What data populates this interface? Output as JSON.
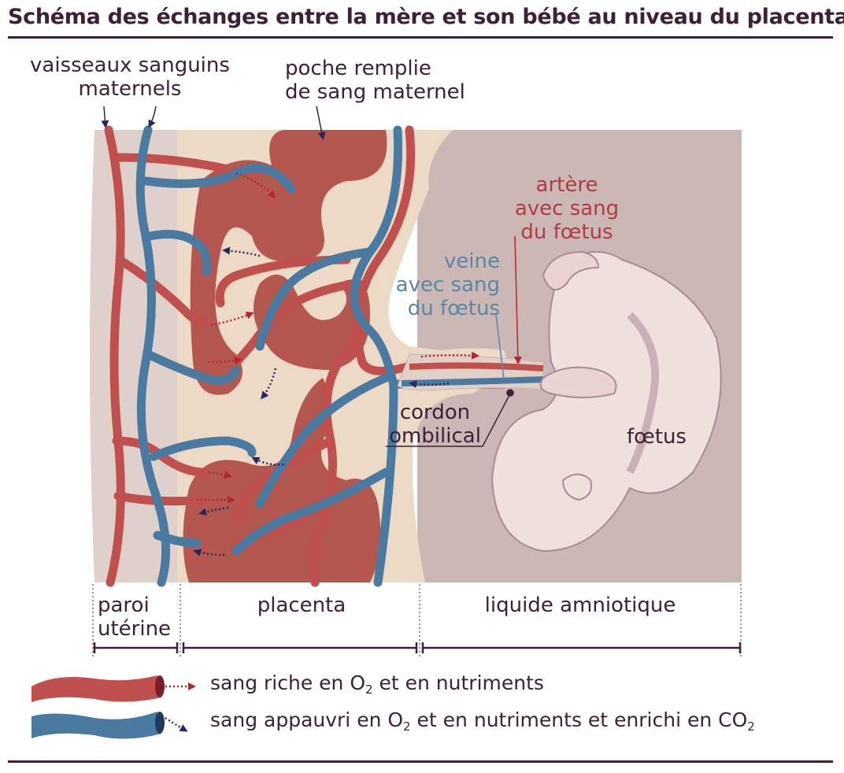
{
  "title": "Schéma des échanges entre la mère et son bébé au niveau du placenta",
  "labels": {
    "maternal_vessels_1": "vaisseaux sanguins",
    "maternal_vessels_2": "maternels",
    "pocket_1": "poche remplie",
    "pocket_2": "de sang maternel",
    "artery_1": "artère",
    "artery_2": "avec sang",
    "artery_3": "du fœtus",
    "vein_1": "veine",
    "vein_2": "avec sang",
    "vein_3": "du fœtus",
    "cord_1": "cordon",
    "cord_2": "ombilical",
    "fetus": "fœtus"
  },
  "zones": {
    "uterine_wall_1": "paroi",
    "uterine_wall_2": "utérine",
    "placenta": "placenta",
    "amniotic": "liquide amniotique"
  },
  "legend": {
    "rich_prefix": "sang riche en O",
    "rich_sub": "2",
    "rich_suffix": " et en nutriments",
    "poor_prefix": "sang appauvri en O",
    "poor_sub": "2",
    "poor_mid": " et en nutriments et enrichi en CO",
    "poor_sub2": "2"
  },
  "colors": {
    "oxygenated": "#c0504d",
    "deoxygenated": "#4a7aa0",
    "tissue": "#eddcca",
    "pocket": "#b2574e",
    "amniotic": "#cbb7b4",
    "text_dark": "#3c2138"
  }
}
